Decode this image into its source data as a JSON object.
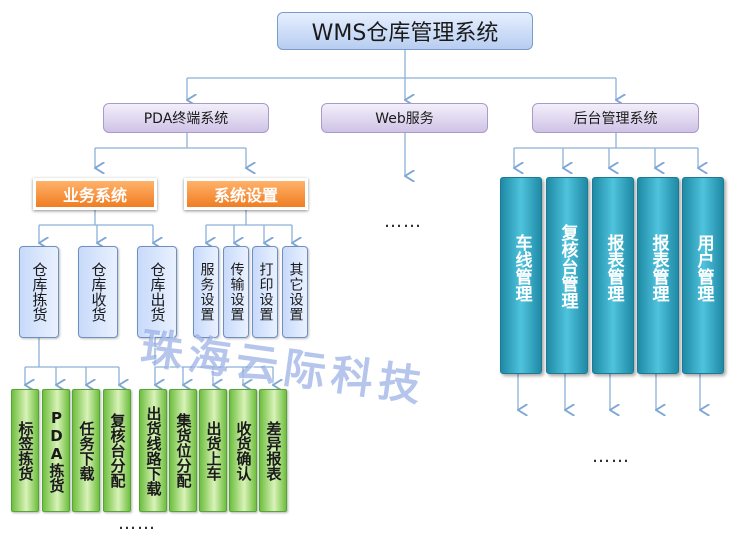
{
  "title": "WMS仓库管理系统",
  "modules": {
    "pda": "PDA终端系统",
    "web": "Web服务",
    "backend": "后台管理系统"
  },
  "pda_groups": {
    "business": "业务系统",
    "settings": "系统设置"
  },
  "business_items": [
    "仓库拣货",
    "仓库收货",
    "仓库出货"
  ],
  "settings_items": [
    "服务设置",
    "传输设置",
    "打印设置",
    "其它设置"
  ],
  "picking_items": [
    "标签拣货",
    "PDA拣货",
    "任务下载",
    "复核台分配"
  ],
  "shipping_items": [
    "出货线路下载",
    "集货位分配",
    "出货上车",
    "收货确认",
    "差异报表"
  ],
  "backend_items": [
    "车线管理",
    "复核台管理",
    "报表管理",
    "报表管理",
    "用户管理"
  ],
  "ellipsis": "……",
  "watermark": "珠海云际科技"
}
